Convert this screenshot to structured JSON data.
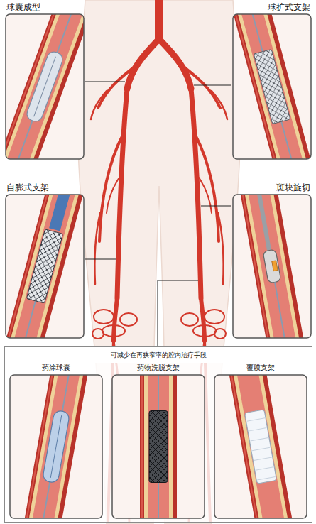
{
  "diagram": {
    "nodes": [
      {
        "text": [
          "球囊成型"
        ]
      },
      {
        "text": [
          "球扩式支架"
        ]
      },
      {
        "text": [
          "自膨式支架"
        ]
      },
      {
        "text": [
          "斑块旋切"
        ]
      },
      {
        "text": [
          "可减少在再狭窄率的腔内治疗手段"
        ]
      },
      {
        "text": [
          "药涂球囊"
        ],
        "in": 4
      },
      {
        "text": [
          "药物洗脱支架"
        ],
        "in": 4
      },
      {
        "text": [
          "覆膜支架"
        ],
        "in": 4
      }
    ]
  }
}
